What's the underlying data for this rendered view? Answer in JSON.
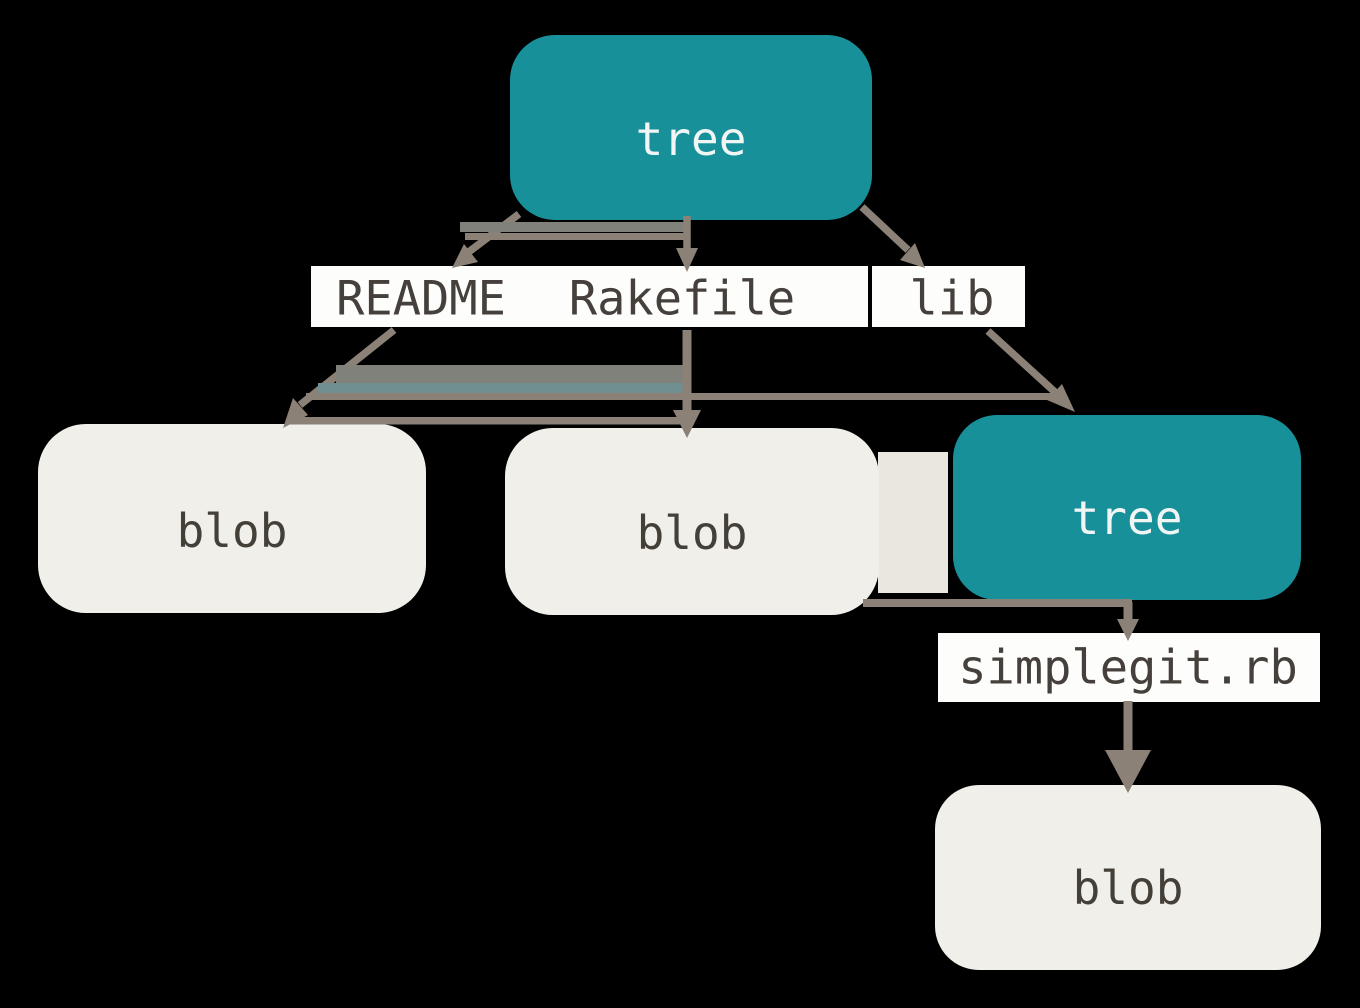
{
  "diagram": {
    "description": "Git tree object structure: a root tree pointing to two blobs and a subtree, which points to a blob",
    "colors": {
      "background": "#000000",
      "tree_fill": "#18909a",
      "tree_text": "#f1f6f5",
      "blob_fill": "#f0efe9",
      "blob_text": "#444038",
      "label_bg": "#fdfdfc",
      "label_text": "#45403b",
      "arrow": "#8b8177",
      "arrow_band": "#7f817a",
      "arrow_teal": "#6f8f90",
      "connector_panel": "#e9e7e0"
    },
    "nodes": {
      "root_tree": {
        "label": "tree"
      },
      "readme_blob": {
        "label": "blob"
      },
      "rakefile_blob": {
        "label": "blob"
      },
      "lib_tree": {
        "label": "tree"
      },
      "simplegit_blob": {
        "label": "blob"
      }
    },
    "edges": {
      "readme": {
        "label": "README"
      },
      "rakefile": {
        "label": "Rakefile"
      },
      "lib": {
        "label": "lib"
      },
      "simplegit": {
        "label": "simplegit.rb"
      }
    }
  }
}
